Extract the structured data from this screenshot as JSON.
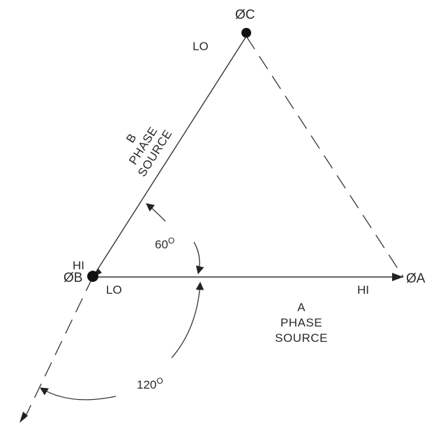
{
  "nodes": {
    "a": "ØA",
    "b": "ØB",
    "c": "ØC"
  },
  "polarity": {
    "c_lo": "LO",
    "b_hi": "HI",
    "b_lo": "LO",
    "a_hi": "HI"
  },
  "sources": {
    "b_phase": {
      "line1": "B",
      "line2": "PHASE",
      "line3": "SOURCE"
    },
    "a_phase": {
      "line1": "A",
      "line2": "PHASE",
      "line3": "SOURCE"
    }
  },
  "angles": {
    "sixty": {
      "value": "60",
      "unit": "O"
    },
    "one_twenty": {
      "value": "120",
      "unit": "O"
    }
  }
}
